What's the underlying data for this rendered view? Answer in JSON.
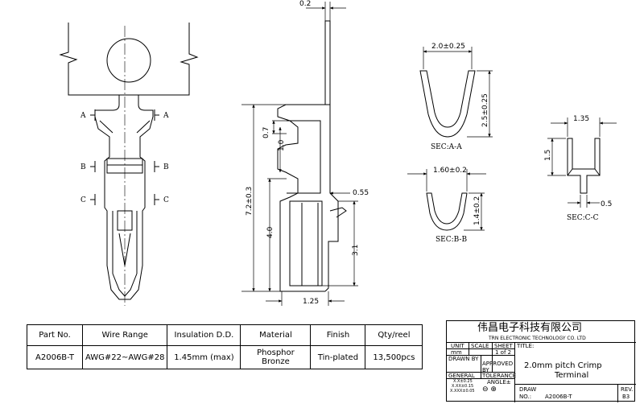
{
  "dims": {
    "top_thickness": "0.2",
    "barrel_outer_height": "0.7",
    "barrel_inner_height": "1.0",
    "total_length": "7.2±0.3",
    "contact_length": "4.0",
    "tab_width": "0.55",
    "tab_length": "3.1",
    "contact_width": "1.25"
  },
  "section_labels": {
    "a": "A",
    "b": "B",
    "c": "C"
  },
  "sections": {
    "aa": {
      "title": "SEC:A-A",
      "width": "2.0±0.25",
      "height": "2.5±0.25"
    },
    "bb": {
      "title": "SEC:B-B",
      "width": "1.60±0.2",
      "height": "1.4±0.2"
    },
    "cc": {
      "title": "SEC:C-C",
      "width": "1.35",
      "height": "1.5",
      "slot": "0.5"
    }
  },
  "spec_table": {
    "headers": [
      "Part No.",
      "Wire Range",
      "Insulation D.D.",
      "Material",
      "Finish",
      "Qty/reel"
    ],
    "row": {
      "part_no": "A2006B-T",
      "wire_range": "AWG#22~AWG#28",
      "insulation": "1.45mm (max)",
      "material_line1": "Phosphor",
      "material_line2": "Bronze",
      "finish": "Tin-plated",
      "qty": "13,500pcs"
    }
  },
  "title_block": {
    "company_cn": "伟昌电子科技有限公司",
    "company_en": "TRN ELECTRONIC TECHNOLOGY CO. LTD",
    "unit_label": "UNIT",
    "unit_value": "mm",
    "scale_label": "SCALE",
    "sheet_label": "SHEET",
    "sheet_value": "1 of 2",
    "title_label": "TITLE:",
    "title_line1": "2.0mm pitch Crimp",
    "title_line2": "Terminal",
    "drawn_by": "DRAWN BY",
    "approved_by": "APPROVED BY",
    "general_tolerance": "GENERAL TOLERANCE",
    "tol_1": "X.X±0.25",
    "tol_2": "X.XX±0.15",
    "tol_3": "X.XXX±0.05",
    "angle": "ANGLE±",
    "draw_no_label": "DRAW NO.:",
    "draw_no_value": "A2006B-T",
    "rev_label": "REV.",
    "rev_value": "B3"
  }
}
